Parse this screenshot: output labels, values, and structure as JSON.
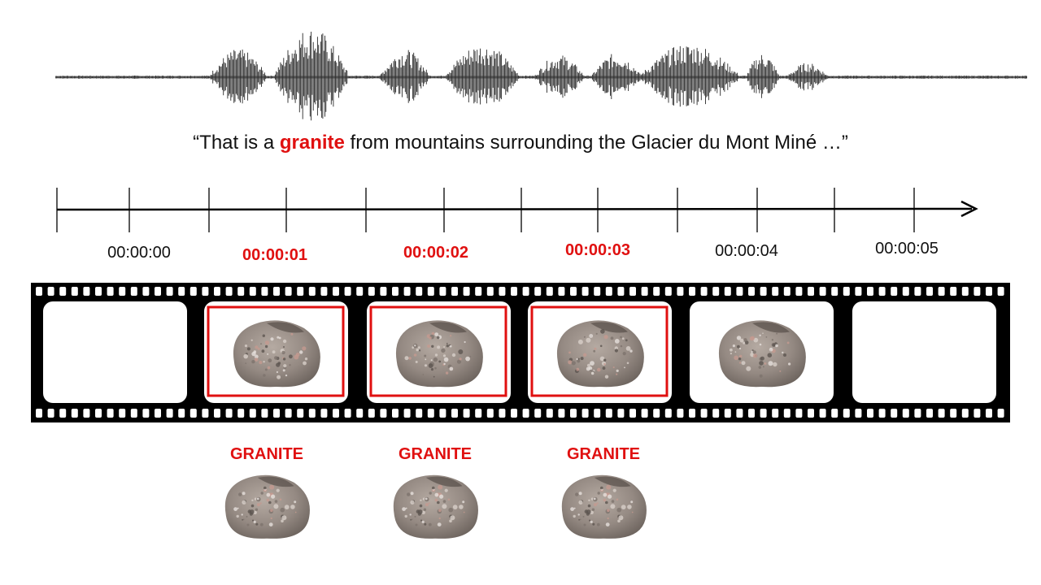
{
  "caption": {
    "open_quote": "“",
    "before": "That is a ",
    "highlight": "granite",
    "after": " from mountains surrounding the Glacier du Mont Miné …”"
  },
  "timeline": {
    "labels": [
      {
        "text": "00:00:00",
        "highlighted": false
      },
      {
        "text": "00:00:01",
        "highlighted": true
      },
      {
        "text": "00:00:02",
        "highlighted": true
      },
      {
        "text": "00:00:03",
        "highlighted": true
      },
      {
        "text": "00:00:04",
        "highlighted": false
      },
      {
        "text": "00:00:05",
        "highlighted": false
      }
    ]
  },
  "frames": [
    {
      "has_rock": false,
      "selected": false
    },
    {
      "has_rock": true,
      "selected": true
    },
    {
      "has_rock": true,
      "selected": true
    },
    {
      "has_rock": true,
      "selected": true
    },
    {
      "has_rock": true,
      "selected": false
    },
    {
      "has_rock": false,
      "selected": false
    }
  ],
  "detections": [
    {
      "label": "GRANITE"
    },
    {
      "label": "GRANITE"
    },
    {
      "label": "GRANITE"
    }
  ],
  "colors": {
    "highlight": "#e01010",
    "film": "#000000",
    "waveform": "#2a2a2a",
    "rock": "#9a8f88"
  }
}
